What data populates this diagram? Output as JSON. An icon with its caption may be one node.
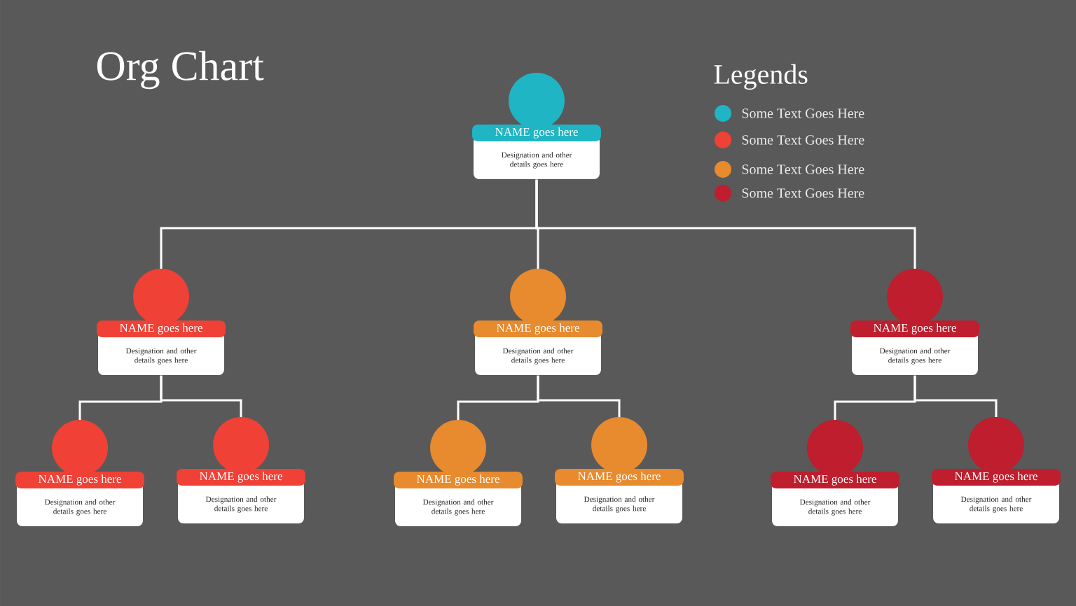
{
  "diagram": {
    "title": "Org Chart",
    "nodes": [
      {
        "text": [
          "NAME goes here",
          "Designation and other details goes here"
        ]
      },
      {
        "text": [
          "NAME goes here",
          "Designation and other details goes here"
        ]
      },
      {
        "text": [
          "NAME goes here",
          "Designation and other details goes here"
        ]
      },
      {
        "text": [
          "NAME goes here",
          "Designation and other details goes here"
        ]
      },
      {
        "text": [
          "NAME goes here",
          "Designation and other details goes here"
        ]
      },
      {
        "text": [
          "NAME goes here",
          "Designation and other details goes here"
        ]
      },
      {
        "text": [
          "NAME goes here",
          "Designation and other details goes here"
        ]
      },
      {
        "text": [
          "NAME goes here",
          "Designation and other details goes here"
        ]
      },
      {
        "text": [
          "NAME goes here",
          "Designation and other details goes here"
        ]
      },
      {
        "text": [
          "NAME goes here",
          "Designation and other details goes here"
        ]
      }
    ],
    "edges": [
      {
        "from": 0,
        "to": 1,
        "arrow": "none"
      },
      {
        "from": 0,
        "to": 2,
        "arrow": "none"
      },
      {
        "from": 0,
        "to": 3,
        "arrow": "none"
      },
      {
        "from": 1,
        "to": 4,
        "arrow": "none"
      },
      {
        "from": 1,
        "to": 5,
        "arrow": "none"
      },
      {
        "from": 2,
        "to": 6,
        "arrow": "none"
      },
      {
        "from": 2,
        "to": 7,
        "arrow": "none"
      },
      {
        "from": 3,
        "to": 8,
        "arrow": "none"
      },
      {
        "from": 3,
        "to": 9,
        "arrow": "none"
      }
    ],
    "labels": [
      "Legends"
    ],
    "legend": [
      {
        "text": "Some Text Goes Here",
        "color": "#1fb5c4"
      },
      {
        "text": "Some Text Goes Here",
        "color": "#ef4136"
      },
      {
        "text": "Some Text Goes Here",
        "color": "#e88a2e"
      },
      {
        "text": "Some Text Goes Here",
        "color": "#be1e2d"
      }
    ]
  }
}
